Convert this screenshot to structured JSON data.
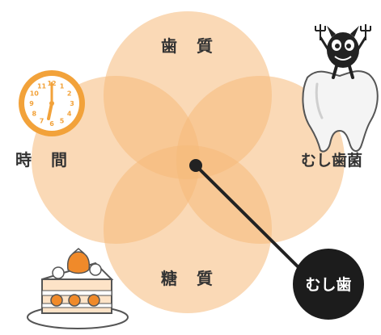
{
  "diagram": {
    "circles": [
      {
        "label": "歯　質"
      },
      {
        "label": "時　間"
      },
      {
        "label": "むし歯菌"
      },
      {
        "label": "糖　質"
      }
    ],
    "result_label": "むし歯",
    "clock_numbers": [
      "12",
      "1",
      "2",
      "3",
      "4",
      "5",
      "6",
      "7",
      "8",
      "9",
      "10",
      "11"
    ],
    "colors": {
      "circle_fill": "#f6b97a",
      "center_dot": "#222222",
      "result_bg": "#1c1c1c",
      "clock_rim": "#f2a23a",
      "tooth": "#f4f4f4",
      "cake_orange": "#f08a2a"
    },
    "icons": [
      "clock-icon",
      "tooth-germ-icon",
      "cake-icon"
    ]
  }
}
